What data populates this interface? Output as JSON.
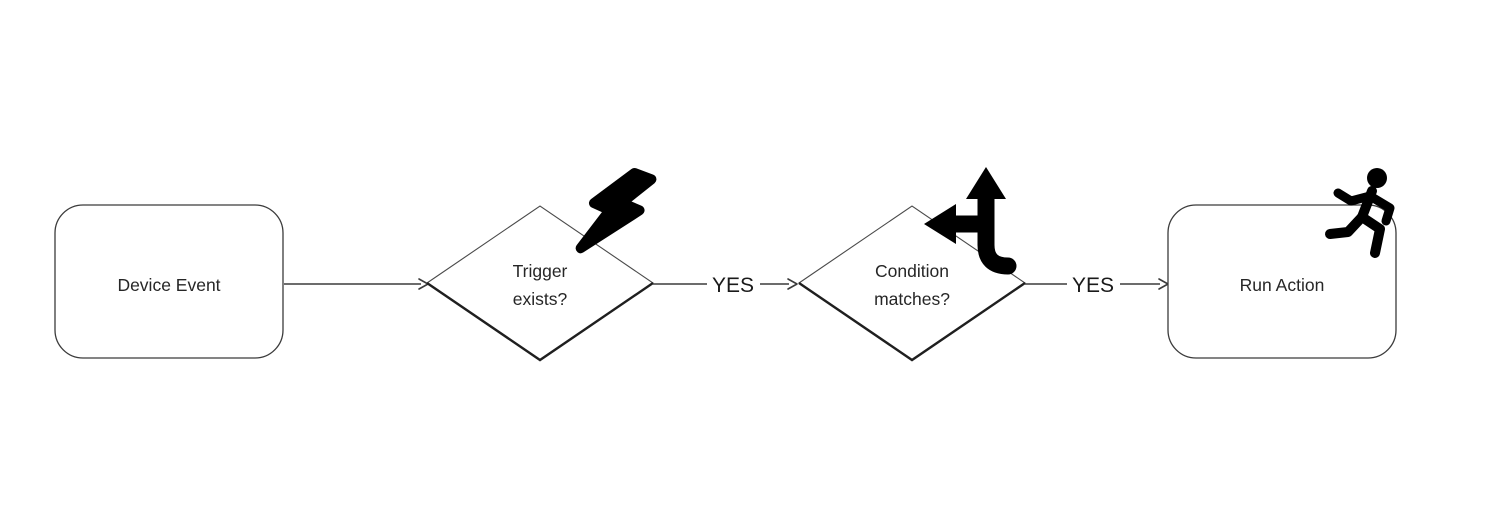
{
  "diagram": {
    "type": "flowchart",
    "background_color": "#ffffff",
    "stroke_color": "#3b3b3b",
    "icon_color": "#000000",
    "nodes": [
      {
        "id": "device-event",
        "shape": "rounded-rect",
        "label": "Device Event",
        "icon": null
      },
      {
        "id": "trigger-exists",
        "shape": "diamond",
        "label_line1": "Trigger",
        "label_line2": "exists?",
        "icon": "lightning-bolt-icon"
      },
      {
        "id": "condition-matches",
        "shape": "diamond",
        "label_line1": "Condition",
        "label_line2": "matches?",
        "icon": "split-arrows-up-left-icon"
      },
      {
        "id": "run-action",
        "shape": "rounded-rect",
        "label": "Run Action",
        "icon": "running-person-icon"
      }
    ],
    "edges": [
      {
        "from": "device-event",
        "to": "trigger-exists",
        "label": ""
      },
      {
        "from": "trigger-exists",
        "to": "condition-matches",
        "label": "YES"
      },
      {
        "from": "condition-matches",
        "to": "run-action",
        "label": "YES"
      }
    ]
  }
}
